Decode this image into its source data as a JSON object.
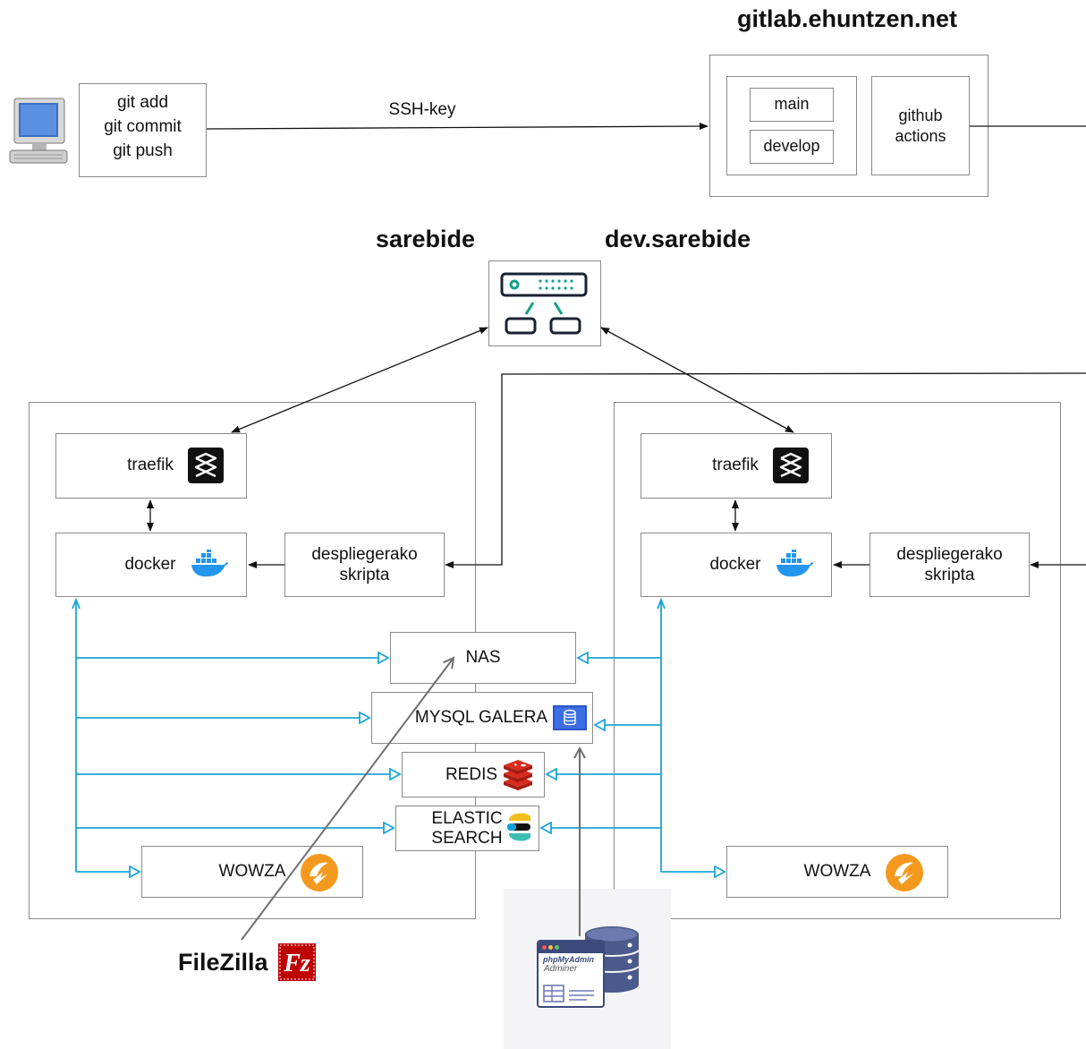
{
  "headings": {
    "gitlab": "gitlab.ehuntzen.net",
    "sarebide": "sarebide",
    "dev_sarebide": "dev.sarebide"
  },
  "git": {
    "line1": "git add",
    "line2": "git commit",
    "line3": "git push"
  },
  "ssh_label": "SSH-key",
  "branches": {
    "main": "main",
    "develop": "develop"
  },
  "github_actions": {
    "line1": "github",
    "line2": "actions"
  },
  "left": {
    "traefik": "traefik",
    "docker": "docker",
    "deploy": {
      "line1": "despliegerako",
      "line2": "skripta"
    },
    "wowza": "WOWZA"
  },
  "right": {
    "traefik": "traefik",
    "docker": "docker",
    "deploy": {
      "line1": "despliegerako",
      "line2": "skripta"
    },
    "wowza": "WOWZA"
  },
  "shared": {
    "nas": "NAS",
    "mysql": "MYSQL GALERA",
    "redis": "REDIS",
    "elastic": {
      "line1": "ELASTIC",
      "line2": "SEARCH"
    }
  },
  "filezilla": "FileZilla",
  "phpmyadmin": {
    "line1": "phpMyAdmin",
    "line2": "Adminer"
  },
  "colors": {
    "blue_arrow": "#1ba4d6",
    "gray_arrow": "#6e6e6e",
    "border": "#8a8a8a"
  },
  "icons": [
    "computer-icon",
    "load-balancer-icon",
    "traefik-icon",
    "docker-icon",
    "mysql-icon",
    "redis-icon",
    "elastic-icon",
    "wowza-icon",
    "filezilla-icon",
    "database-icon"
  ]
}
